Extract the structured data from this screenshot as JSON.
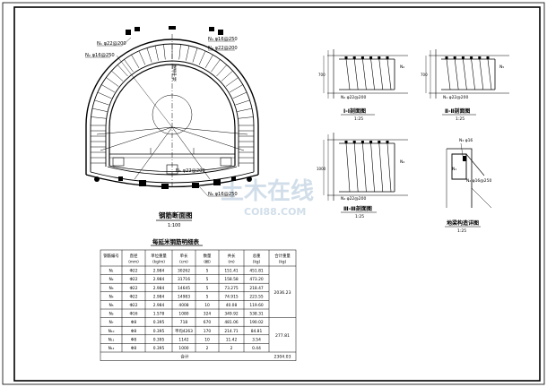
{
  "main_section": {
    "title": "钢筋断面图",
    "scale": "1:100",
    "labels": {
      "n1": "N₁ φ22@200",
      "n2": "N₂ φ16@250",
      "n3": "N₃ φ16@250",
      "n4": "N₄ φ22@200",
      "n5": "N₅ φ22@200",
      "n6": "N₆ φ16@250",
      "axis_text": "隧道中线"
    }
  },
  "details": {
    "d1": {
      "title": "Ⅰ-Ⅰ剖面图",
      "scale": "1:25",
      "label": "N₂ φ22@200",
      "side": "N₂",
      "dim": "700"
    },
    "d2": {
      "title": "Ⅱ-Ⅱ剖面图",
      "scale": "1:25",
      "label": "N₁ φ22@200",
      "side": "N₅",
      "dim": "700"
    },
    "d3": {
      "title": "Ⅲ-Ⅲ剖面图",
      "scale": "1:25",
      "label": "N₄ φ22@200",
      "side": "N₄",
      "dim": "1000"
    },
    "d4": {
      "title": "地梁构造详图",
      "scale": "1:25",
      "label_top": "N₃ φ16",
      "label_mid": "N₂ φ16@250",
      "label_low": "N₁"
    }
  },
  "watermark": {
    "main": "土木在线",
    "sub": "COI88.COM"
  },
  "table": {
    "title": "每延米钢筋明细表",
    "headers": [
      "钢筋编号",
      "直径(mm)",
      "单位重量(kg/m)",
      "单长(cm)",
      "数量(根)",
      "共长(m)",
      "总重(kg)",
      "合计重量(kg)"
    ],
    "rows": [
      [
        "N₁",
        "Φ22",
        "2.984",
        "30262",
        "5",
        "151.41",
        "451.81"
      ],
      [
        "N₂",
        "Φ22",
        "2.984",
        "31716",
        "5",
        "158.58",
        "473.20"
      ],
      [
        "N₃",
        "Φ22",
        "2.984",
        "14645",
        "5",
        "73.275",
        "218.47"
      ],
      [
        "N₄",
        "Φ22",
        "2.984",
        "14983",
        "5",
        "74.915",
        "223.55"
      ],
      [
        "N₅",
        "Φ22",
        "2.984",
        "4008",
        "10",
        "40.08",
        "119.60"
      ],
      [
        "N₆",
        "Φ16",
        "1.578",
        "1080",
        "324",
        "349.92",
        "538.31"
      ],
      [
        "N₇",
        "Φ8",
        "0.395",
        "718",
        "670",
        "481.06",
        "190.02"
      ],
      [
        "N₁₀",
        "Φ8",
        "0.395",
        "平均4263",
        "170",
        "214.71",
        "84.81"
      ],
      [
        "N₁₁",
        "Φ8",
        "0.395",
        "1142",
        "10",
        "11.42",
        "3.54"
      ],
      [
        "N₁₂",
        "Φ8",
        "0.395",
        "1000",
        "2",
        "2",
        "0.44"
      ]
    ],
    "group_totals": [
      "2036.23",
      "277.81"
    ],
    "total_label": "合计",
    "total_value": "2304.03"
  }
}
